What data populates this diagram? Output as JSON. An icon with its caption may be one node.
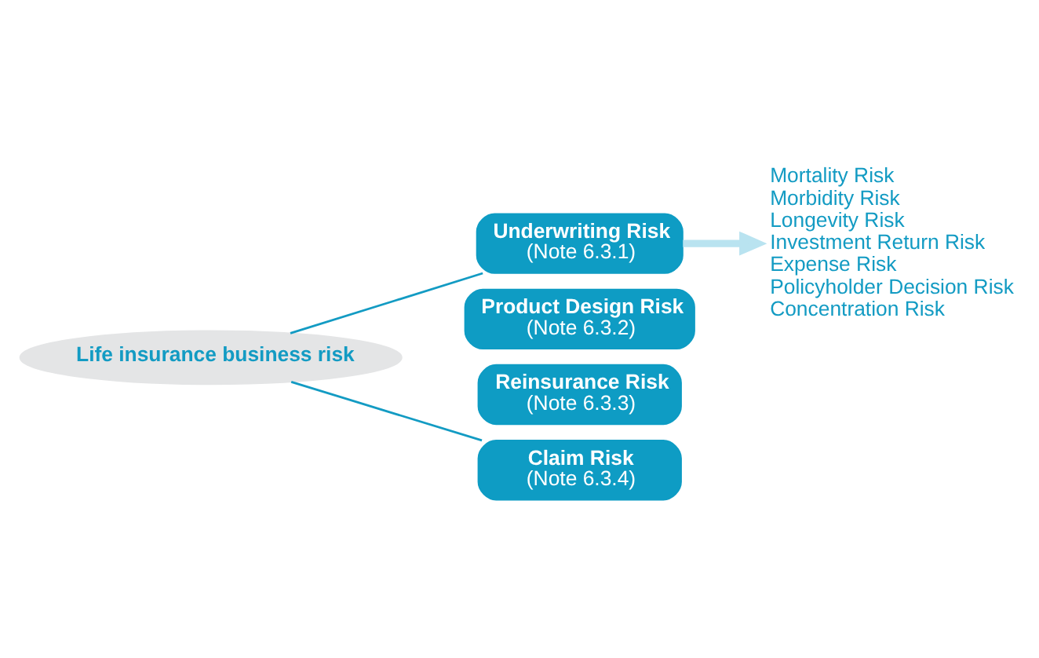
{
  "diagram": {
    "nodes": [
      {
        "text": [
          "Life insurance business risk"
        ]
      },
      {
        "text": [
          "Underwriting Risk",
          "(Note 6.3.1)"
        ]
      },
      {
        "text": [
          "Product Design Risk",
          "(Note 6.3.2)"
        ]
      },
      {
        "text": [
          "Reinsurance Risk",
          "(Note 6.3.3)"
        ]
      },
      {
        "text": [
          "Claim Risk",
          "(Note 6.3.4)"
        ]
      },
      {
        "text": [
          "Mortality Risk",
          "Morbidity Risk",
          "Longevity Risk",
          "Investment Return Risk",
          "Expense Risk",
          "Policyholder Decision Risk",
          "Concentration Risk"
        ]
      }
    ],
    "edges": [
      {
        "from": 0,
        "to": 1,
        "arrow": "none"
      },
      {
        "from": 0,
        "to": 4,
        "arrow": "none"
      },
      {
        "from": 1,
        "to": 5,
        "arrow": "to",
        "color": "#b9e3f0",
        "style": "thick"
      }
    ]
  }
}
